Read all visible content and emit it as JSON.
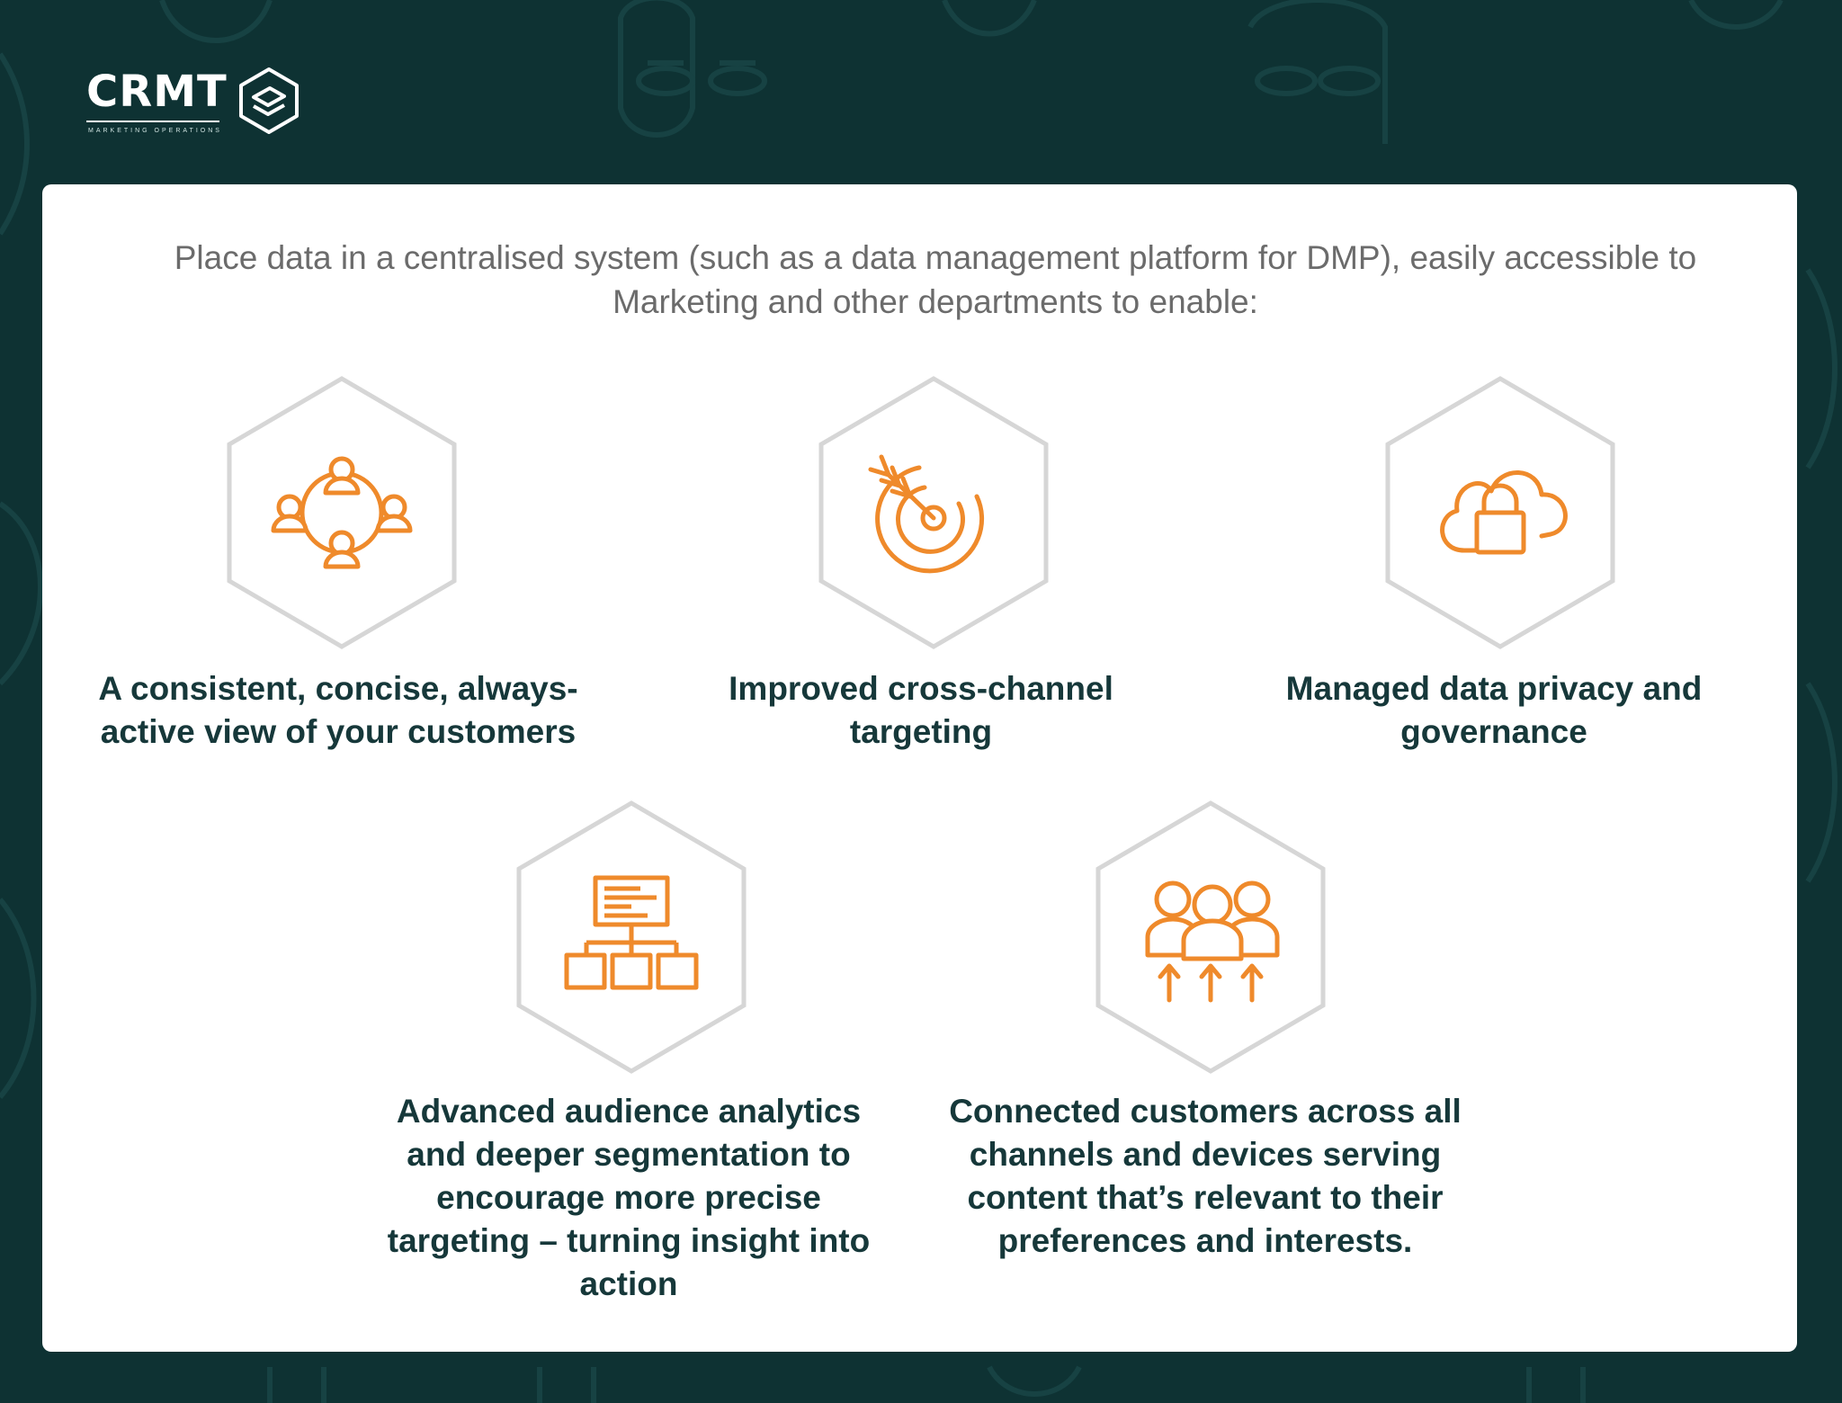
{
  "brand": {
    "name": "CRMT",
    "tagline": "MARKETING OPERATIONS"
  },
  "colors": {
    "background": "#0e3233",
    "accent": "#ef8a2b",
    "hex_outline": "#d6d6d6",
    "caption": "#16383a",
    "intro": "#6b6b6b"
  },
  "intro": "Place data in a centralised system (such as a data management platform for DMP), easily accessible to Marketing and other departments to enable:",
  "features": [
    {
      "icon": "customer-network-icon",
      "caption": "A consistent, concise, always-active view of your customers"
    },
    {
      "icon": "target-arrow-icon",
      "caption": "Improved cross-channel targeting"
    },
    {
      "icon": "cloud-lock-icon",
      "caption": "Managed data privacy and governance"
    },
    {
      "icon": "hierarchy-chart-icon",
      "caption": "Advanced audience analytics and deeper segmentation to encourage more precise targeting – turning insight into action"
    },
    {
      "icon": "connected-customers-icon",
      "caption": "Connected customers across all channels and devices serving content that’s relevant to their preferences and interests."
    }
  ]
}
